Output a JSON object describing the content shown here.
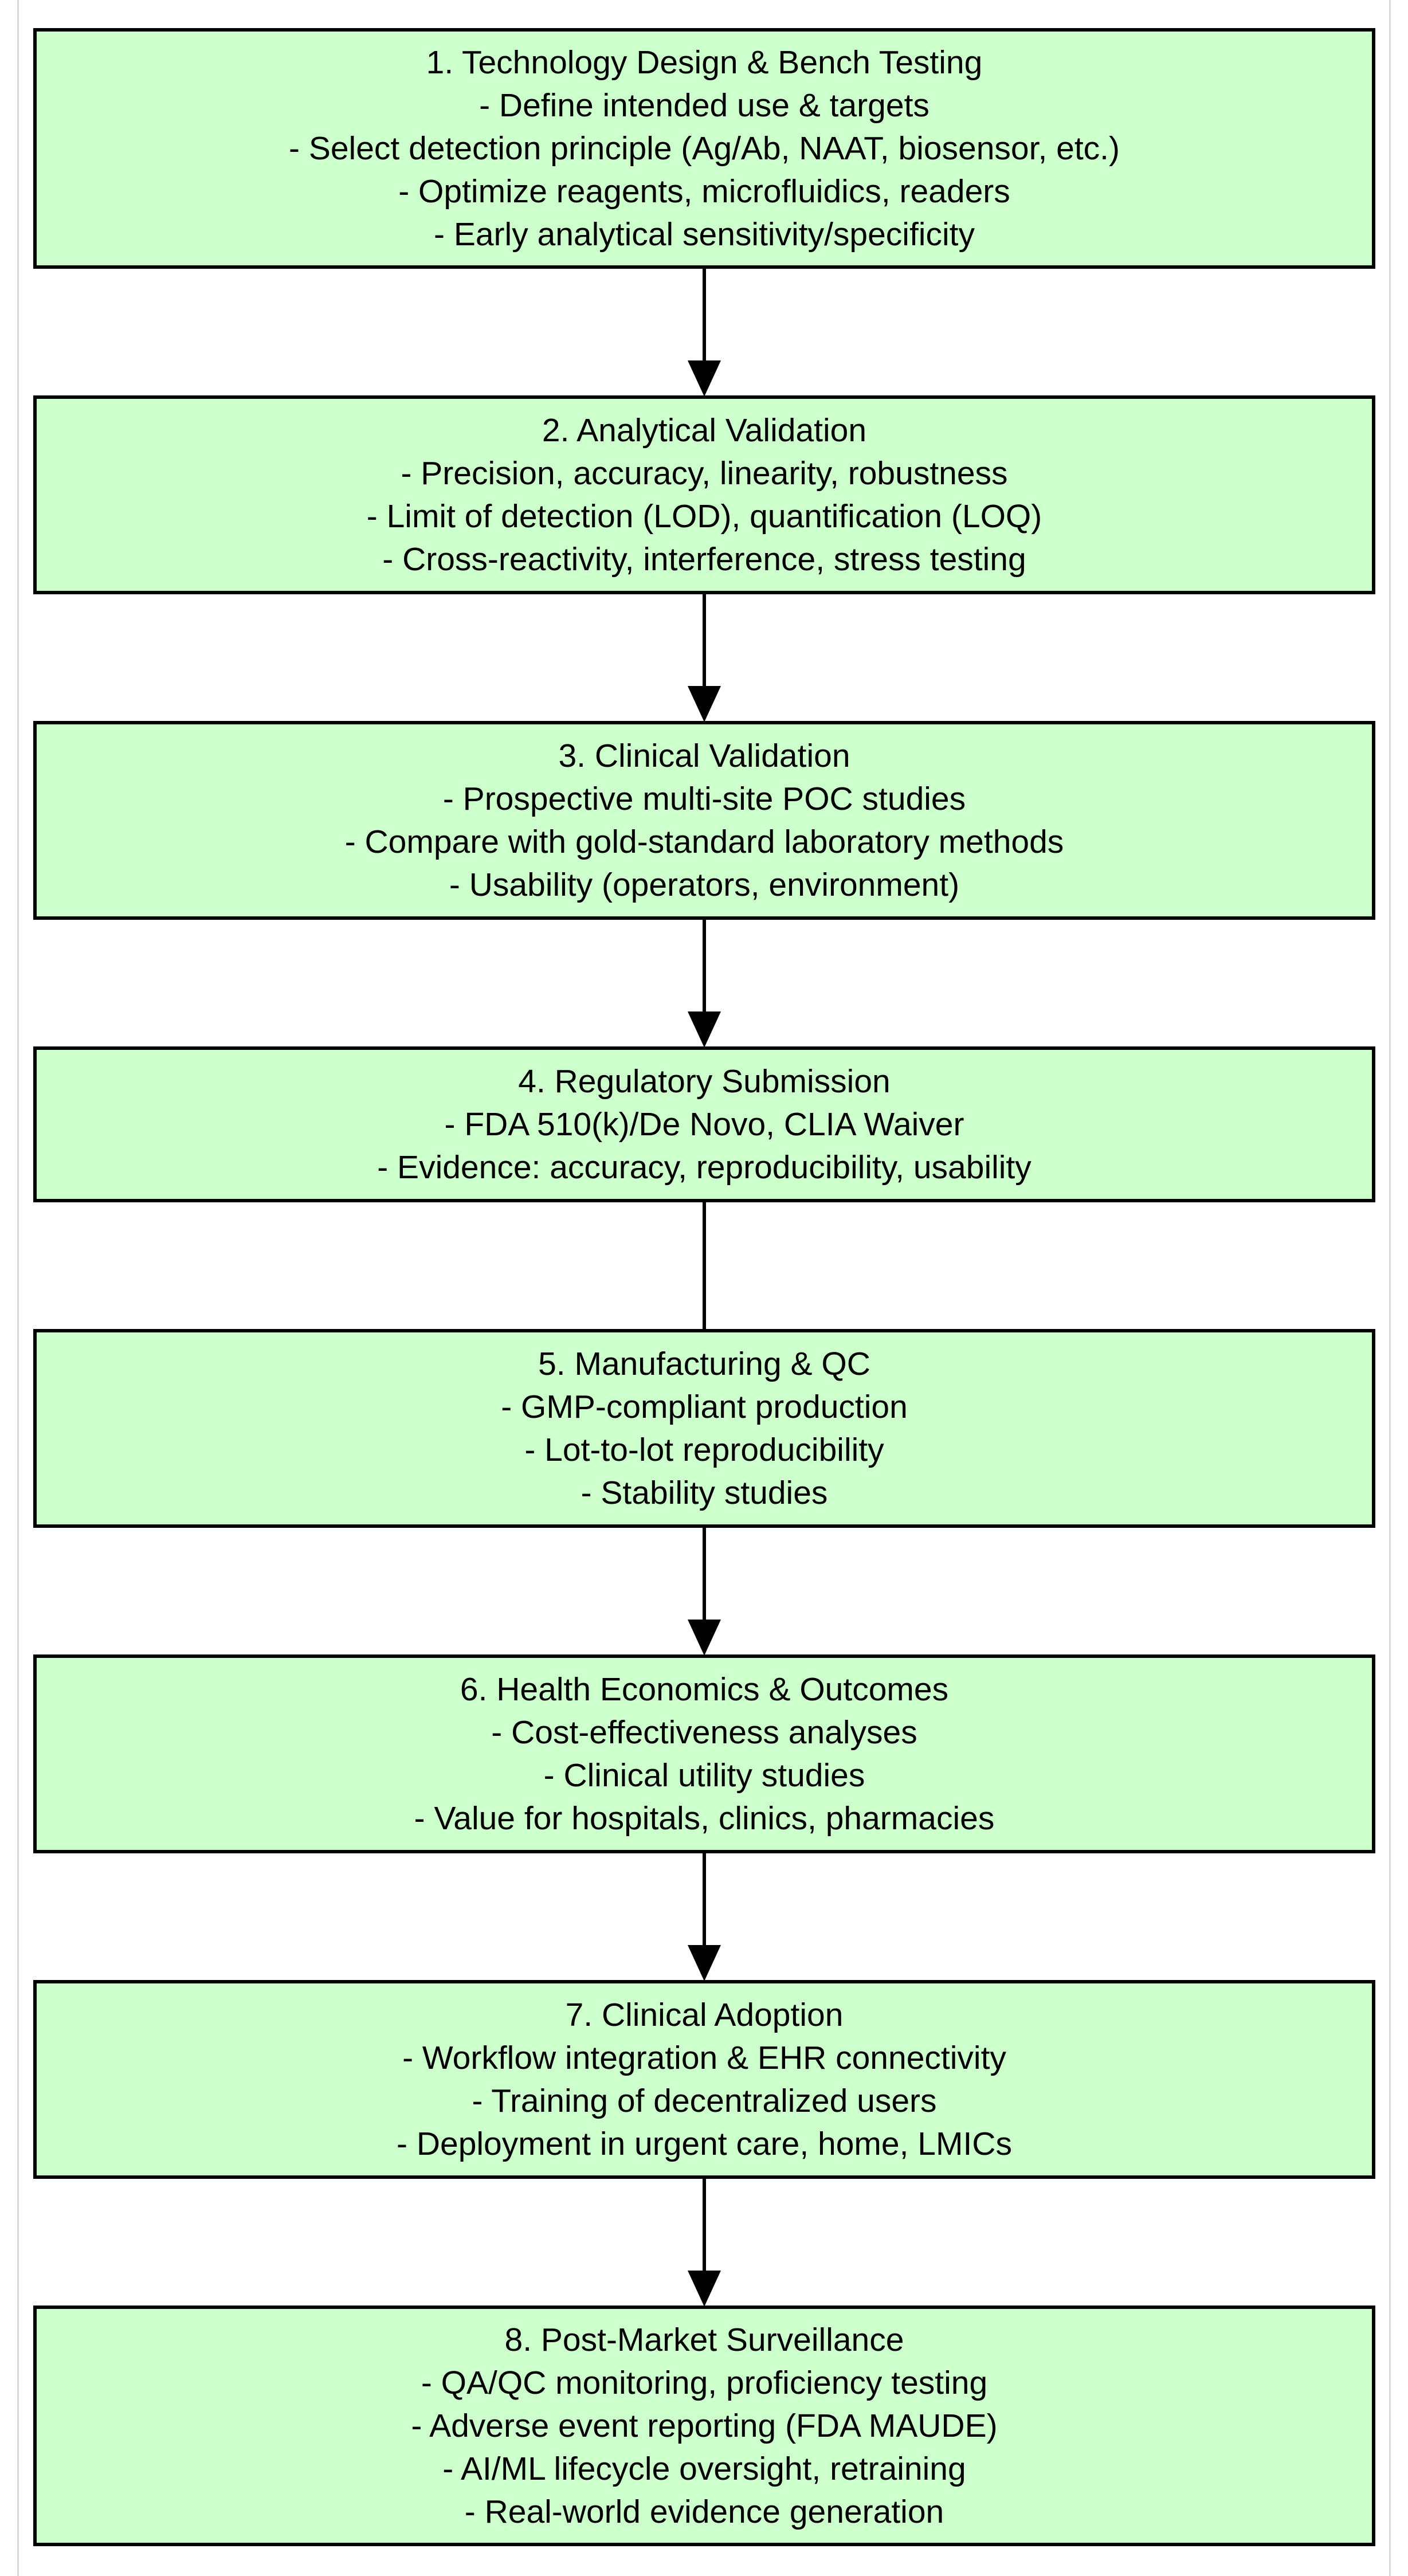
{
  "flowchart": {
    "stages": [
      {
        "title": "1. Technology Design & Bench Testing",
        "items": [
          "- Define intended use & targets",
          "- Select detection principle (Ag/Ab, NAAT, biosensor, etc.)",
          "- Optimize reagents, microfluidics, readers",
          "- Early analytical sensitivity/specificity"
        ]
      },
      {
        "title": "2. Analytical Validation",
        "items": [
          "- Precision, accuracy, linearity, robustness",
          "- Limit of detection (LOD), quantification (LOQ)",
          "- Cross-reactivity, interference, stress testing"
        ]
      },
      {
        "title": "3. Clinical Validation",
        "items": [
          "- Prospective multi-site POC studies",
          "- Compare with gold-standard laboratory methods",
          "- Usability (operators, environment)"
        ]
      },
      {
        "title": "4. Regulatory Submission",
        "items": [
          "- FDA 510(k)/De Novo, CLIA Waiver",
          "- Evidence: accuracy, reproducibility, usability"
        ]
      },
      {
        "title": "5. Manufacturing & QC",
        "items": [
          "- GMP-compliant production",
          "- Lot-to-lot reproducibility",
          "- Stability studies"
        ]
      },
      {
        "title": "6. Health Economics & Outcomes",
        "items": [
          "- Cost-effectiveness analyses",
          "- Clinical utility studies",
          "- Value for hospitals, clinics, pharmacies"
        ]
      },
      {
        "title": "7. Clinical Adoption",
        "items": [
          "- Workflow integration & EHR connectivity",
          "- Training of decentralized users",
          "- Deployment in urgent care, home, LMICs"
        ]
      },
      {
        "title": "8. Post-Market Surveillance",
        "items": [
          "- QA/QC monitoring, proficiency testing",
          "- Adverse event reporting (FDA MAUDE)",
          "- AI/ML lifecycle oversight, retraining",
          "- Real-world evidence generation"
        ]
      }
    ]
  }
}
